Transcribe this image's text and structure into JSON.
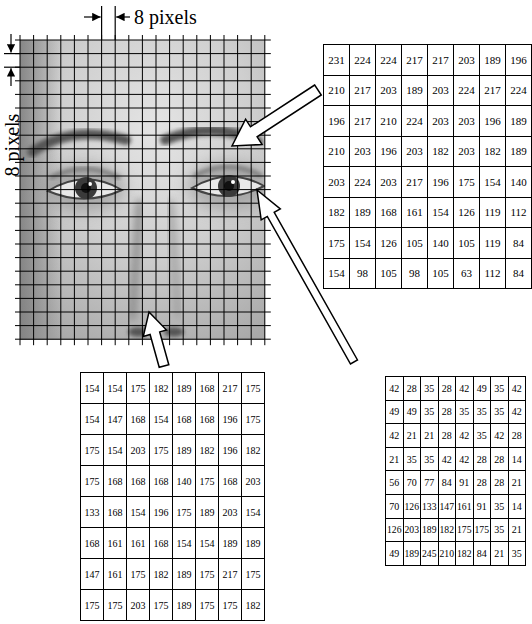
{
  "diagram": {
    "labels": [
      "8 pixels",
      "8 pixels",
      "231",
      "224",
      "224",
      "217",
      "217",
      "203",
      "189",
      "196",
      "210",
      "217",
      "203",
      "189",
      "203",
      "224",
      "217",
      "224",
      "196",
      "217",
      "210",
      "224",
      "203",
      "203",
      "196",
      "189",
      "210",
      "203",
      "196",
      "203",
      "182",
      "203",
      "182",
      "189",
      "203",
      "224",
      "203",
      "217",
      "196",
      "175",
      "154",
      "140",
      "182",
      "189",
      "168",
      "161",
      "154",
      "126",
      "119",
      "112",
      "175",
      "154",
      "126",
      "105",
      "140",
      "105",
      "119",
      "84",
      "154",
      "98",
      "105",
      "98",
      "105",
      "63",
      "112",
      "84",
      "154",
      "154",
      "175",
      "182",
      "189",
      "168",
      "217",
      "175",
      "154",
      "147",
      "168",
      "154",
      "168",
      "168",
      "196",
      "175",
      "175",
      "154",
      "203",
      "175",
      "189",
      "182",
      "196",
      "182",
      "175",
      "168",
      "168",
      "168",
      "140",
      "175",
      "168",
      "203",
      "133",
      "168",
      "154",
      "196",
      "175",
      "189",
      "203",
      "154",
      "168",
      "161",
      "161",
      "168",
      "154",
      "154",
      "189",
      "189",
      "147",
      "161",
      "175",
      "182",
      "189",
      "175",
      "217",
      "175",
      "175",
      "175",
      "203",
      "175",
      "189",
      "175",
      "175",
      "182",
      "42",
      "28",
      "35",
      "28",
      "42",
      "49",
      "35",
      "42",
      "49",
      "49",
      "35",
      "28",
      "35",
      "35",
      "35",
      "42",
      "42",
      "21",
      "21",
      "28",
      "42",
      "35",
      "42",
      "28",
      "21",
      "35",
      "35",
      "42",
      "42",
      "28",
      "28",
      "14",
      "56",
      "70",
      "77",
      "84",
      "91",
      "28",
      "28",
      "21",
      "70",
      "126",
      "133",
      "147",
      "161",
      "91",
      "35",
      "14",
      "126",
      "203",
      "189",
      "182",
      "175",
      "175",
      "35",
      "21",
      "49",
      "189",
      "245",
      "210",
      "182",
      "84",
      "21",
      "35"
    ]
  }
}
